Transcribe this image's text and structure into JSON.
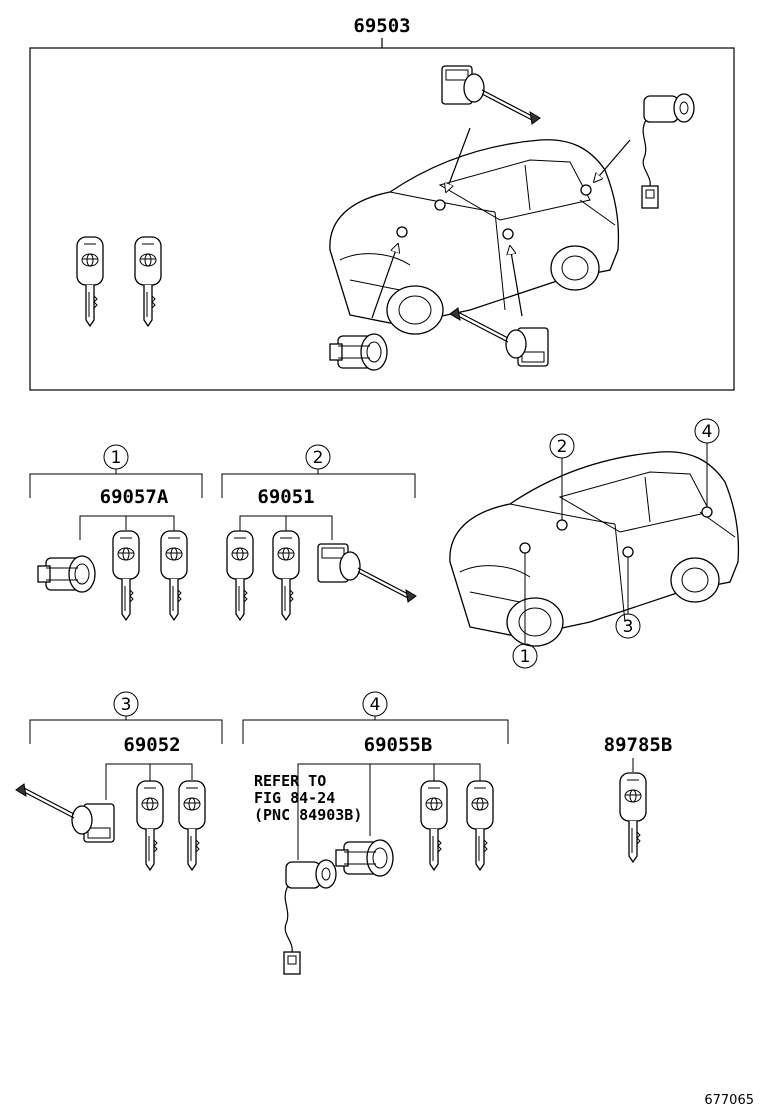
{
  "top_kit": {
    "part_number": "69503"
  },
  "groups": [
    {
      "marker": "1",
      "part_number": "69057A"
    },
    {
      "marker": "2",
      "part_number": "69051"
    },
    {
      "marker": "3",
      "part_number": "69052"
    },
    {
      "marker": "4",
      "part_number": "69055B"
    }
  ],
  "car_callouts": [
    "1",
    "2",
    "3",
    "4"
  ],
  "single_key": {
    "part_number": "89785B"
  },
  "refer_note": {
    "line1": "REFER TO",
    "line2": "FIG 84-24",
    "line3": "(PNC 84903B)"
  },
  "figure_id": "677065"
}
